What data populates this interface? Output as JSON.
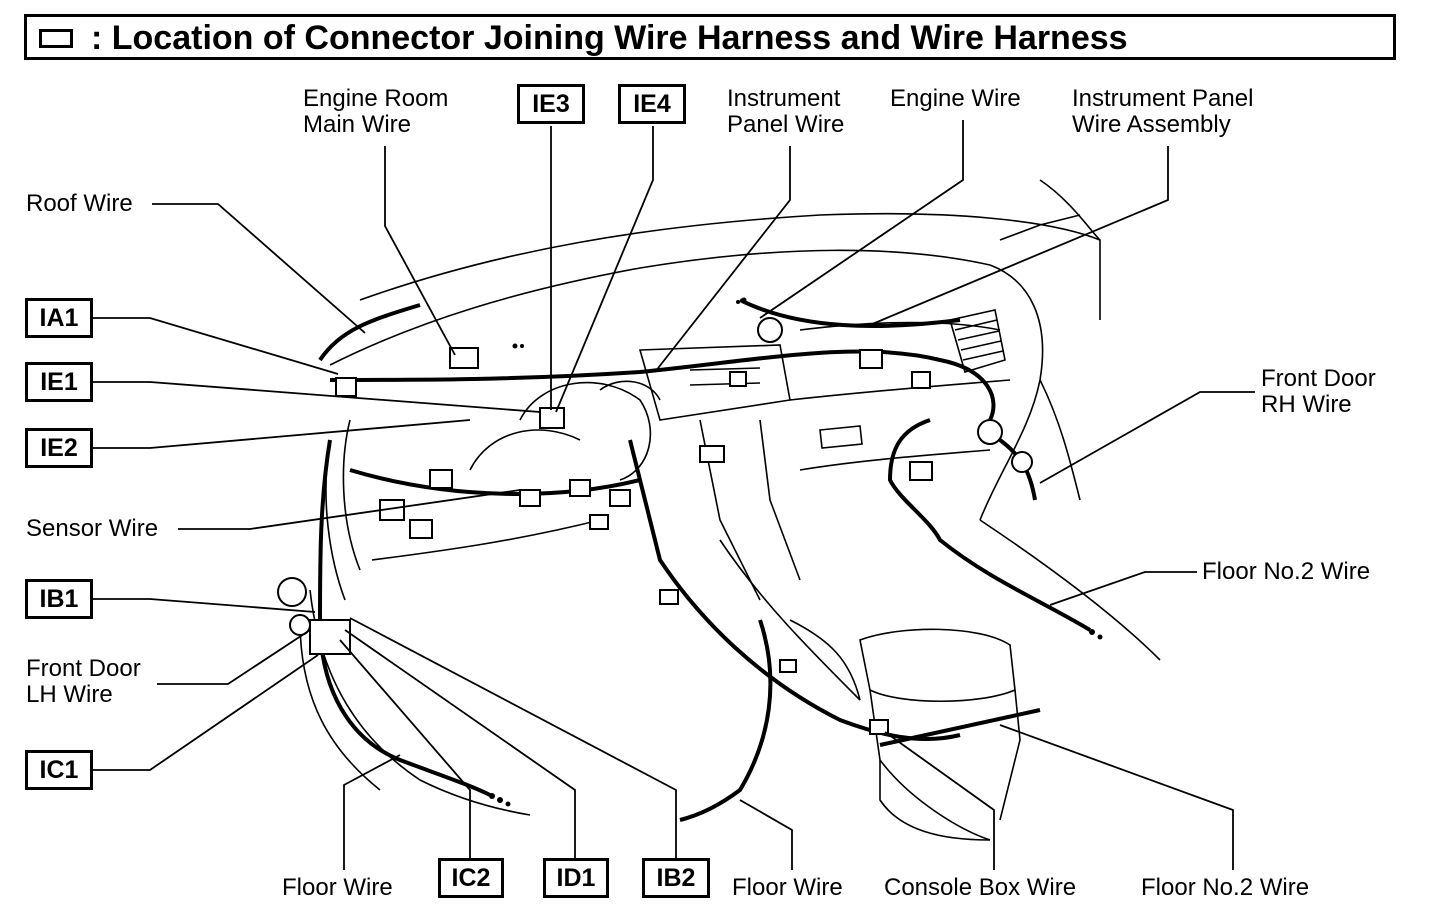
{
  "title": ": Location of Connector Joining Wire Harness and Wire Harness",
  "legend_icon": "square-box-icon",
  "wire_labels": {
    "engine_room_main": [
      "Engine Room",
      "Main Wire"
    ],
    "instrument_panel": [
      "Instrument",
      "Panel Wire"
    ],
    "engine": [
      "Engine Wire"
    ],
    "ip_wire_assembly": [
      "Instrument Panel",
      "Wire Assembly"
    ],
    "roof": [
      "Roof Wire"
    ],
    "front_door_rh": [
      "Front Door",
      "RH Wire"
    ],
    "sensor": [
      "Sensor Wire"
    ],
    "floor_no2_right": [
      "Floor No.2 Wire"
    ],
    "front_door_lh": [
      "Front Door",
      "LH Wire"
    ],
    "floor_left": [
      "Floor Wire"
    ],
    "floor_center": [
      "Floor Wire"
    ],
    "console_box": [
      "Console Box Wire"
    ],
    "floor_no2_bottom": [
      "Floor No.2 Wire"
    ]
  },
  "connectors": {
    "IE3": "IE3",
    "IE4": "IE4",
    "IA1": "IA1",
    "IE1": "IE1",
    "IE2": "IE2",
    "IB1": "IB1",
    "IC1": "IC1",
    "IC2": "IC2",
    "ID1": "ID1",
    "IB2": "IB2"
  },
  "colors": {
    "ink": "#000000",
    "background": "#ffffff"
  }
}
